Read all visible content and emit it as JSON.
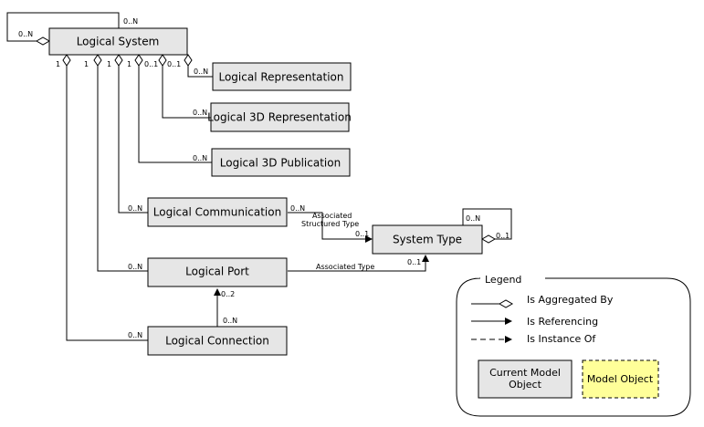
{
  "boxes": {
    "logical_system": "Logical System",
    "logical_representation": "Logical Representation",
    "logical_3d_representation": "Logical 3D Representation",
    "logical_3d_publication": "Logical 3D Publication",
    "logical_communication": "Logical Communication",
    "system_type": "System Type",
    "logical_port": "Logical Port",
    "logical_connection": "Logical Connection"
  },
  "multiplicities": {
    "self_top": "0..N",
    "self_left": "0..N",
    "ls_1a": "1",
    "ls_1b": "1",
    "ls_1c": "1",
    "ls_1d": "1",
    "ls_01a": "0..1",
    "ls_01b": "0..1",
    "rep": "0..N",
    "rep3d": "0..N",
    "pub3d": "0..N",
    "comm": "0..N",
    "comm_out": "0..N",
    "st_in_comm": "0..1",
    "st_self_top": "0..N",
    "st_self_right": "0..1",
    "port": "0..N",
    "st_in_port": "0..1",
    "port_in_conn": "0..2",
    "conn_out": "0..N",
    "conn": "0..N"
  },
  "associations": {
    "comm_line1": "Associated",
    "comm_line2": "Structured Type",
    "port": "Associated Type"
  },
  "legend": {
    "title": "Legend",
    "aggregated": "Is Aggregated By",
    "referencing": "Is Referencing",
    "instance": "Is Instance Of",
    "current_line1": "Current Model",
    "current_line2": "Object",
    "model_object": "Model Object"
  }
}
